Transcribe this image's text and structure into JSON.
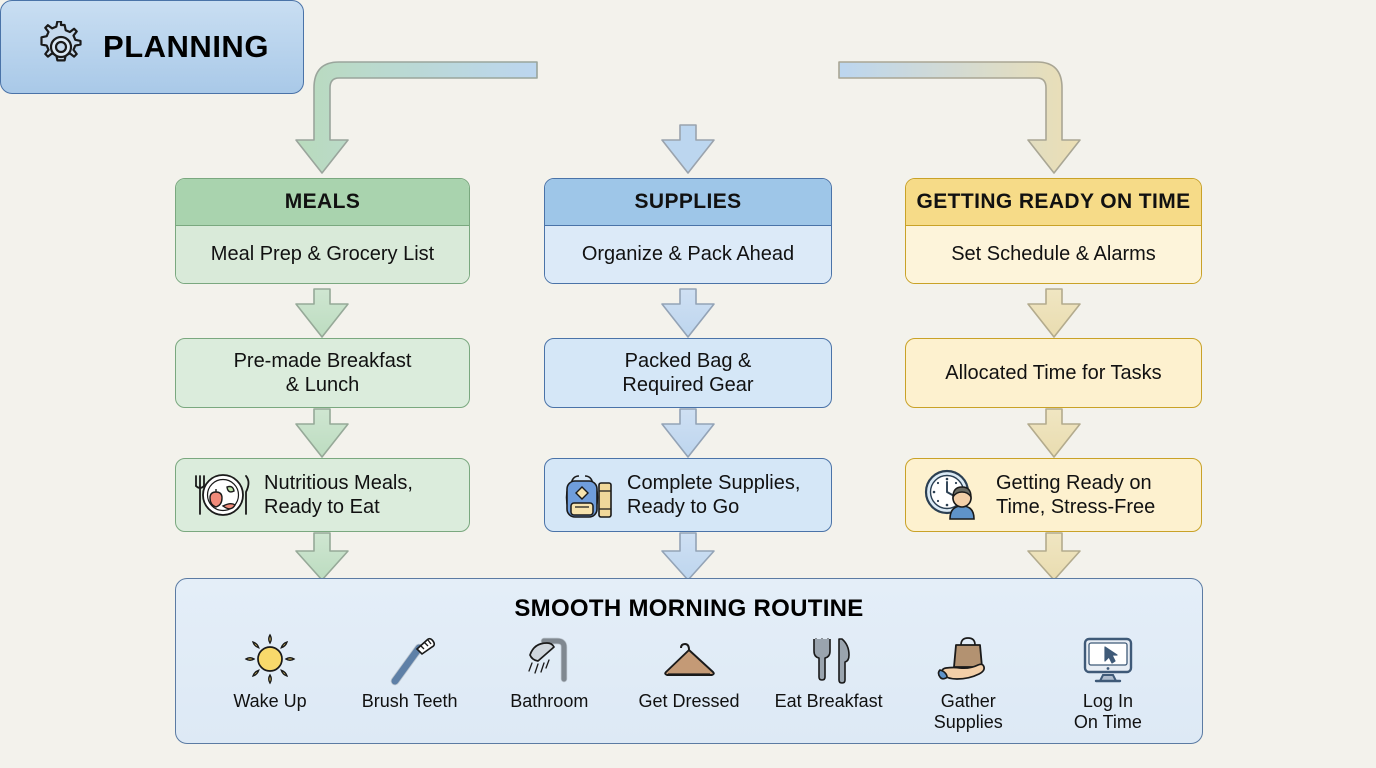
{
  "background_color": "#f3f2ec",
  "planning": {
    "title": "PLANNING",
    "icon": "gear-icon",
    "color": "#a9c9e8"
  },
  "columns": [
    {
      "key": "meals",
      "color": "#a9d3ae",
      "header": "MEALS",
      "subtitle": "Meal Prep & Grocery List",
      "middle": "Pre-made Breakfast\n& Lunch",
      "middle_line1": "Pre-made Breakfast",
      "middle_line2": "& Lunch",
      "outcome_line1": "Nutritious Meals,",
      "outcome_line2": "Ready to Eat",
      "outcome_icon": "plate-with-food-icon"
    },
    {
      "key": "supplies",
      "color": "#9ec6e8",
      "header": "SUPPLIES",
      "subtitle": "Organize & Pack Ahead",
      "middle_line1": "Packed Bag &",
      "middle_line2": "Required Gear",
      "outcome_line1": "Complete Supplies,",
      "outcome_line2": "Ready to Go",
      "outcome_icon": "backpack-icon"
    },
    {
      "key": "getting_ready",
      "color": "#f6db88",
      "header": "GETTING READY ON TIME",
      "subtitle": "Set Schedule & Alarms",
      "middle_line1": "Allocated Time for Tasks",
      "middle_line2": "",
      "outcome_line1": "Getting Ready on",
      "outcome_line2": "Time, Stress-Free",
      "outcome_icon": "clock-person-icon"
    }
  ],
  "banner": {
    "title": "SMOOTH MORNING ROUTINE",
    "color": "#e4eef8",
    "steps": [
      {
        "icon": "sun-icon",
        "line1": "Wake Up",
        "line2": ""
      },
      {
        "icon": "toothbrush-icon",
        "line1": "Brush Teeth",
        "line2": ""
      },
      {
        "icon": "shower-icon",
        "line1": "Bathroom",
        "line2": ""
      },
      {
        "icon": "hanger-icon",
        "line1": "Get Dressed",
        "line2": ""
      },
      {
        "icon": "fork-knife-icon",
        "line1": "Eat Breakfast",
        "line2": ""
      },
      {
        "icon": "hand-bag-icon",
        "line1": "Gather",
        "line2": "Supplies"
      },
      {
        "icon": "monitor-icon",
        "line1": "Log In",
        "line2": "On Time"
      }
    ]
  }
}
